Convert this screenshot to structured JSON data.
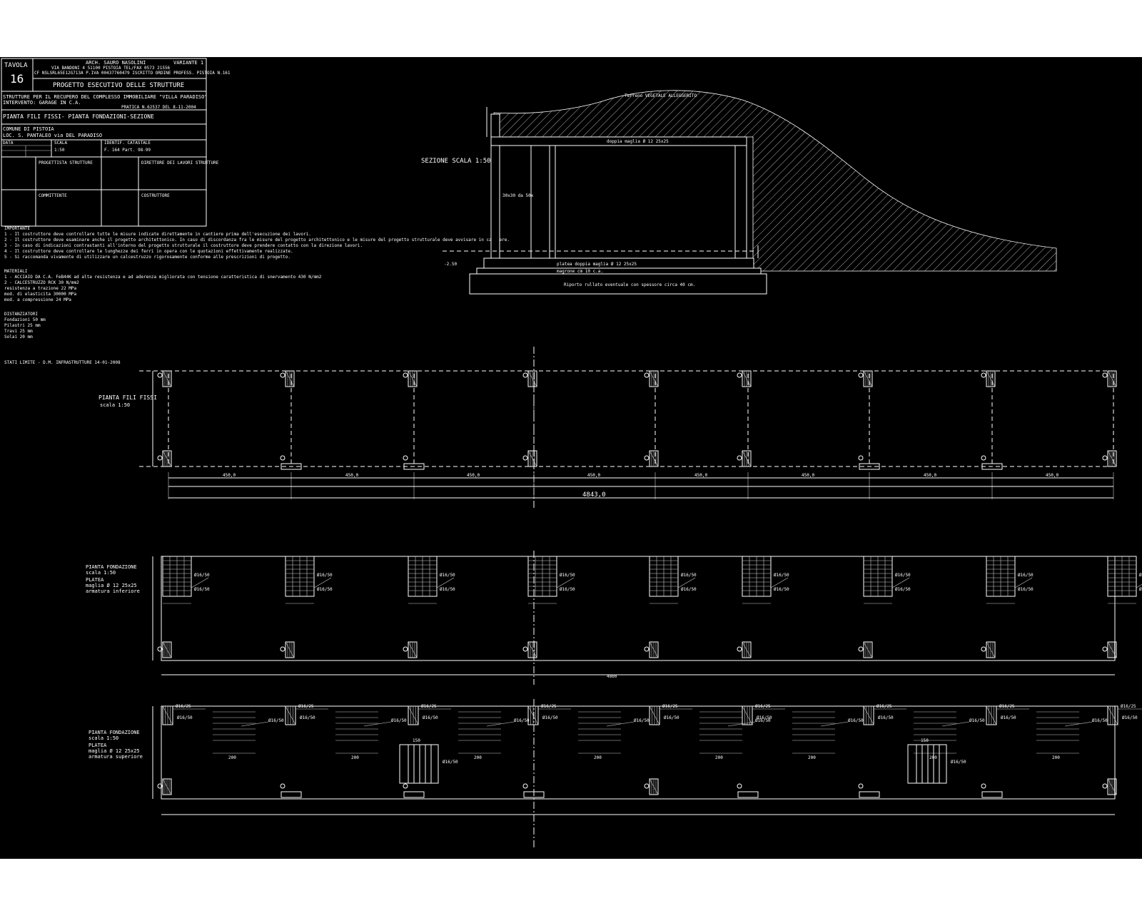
{
  "title_block": {
    "tavola_label": "TAVOLA",
    "tavola_number": "16",
    "author": "ARCH. SAURO NASOLINI",
    "author_address": "VIA BANDONI 4 51100 PISTOIA TEL/FAX 0573 21556",
    "author_codes": "CF NSLSRL65E12G713A P.IVA 00437760479 ISCRITTO ORDINE PROFESS. PISTOIA N.161",
    "variant": "VARIANTE 1",
    "project_title": "PROGETTO ESECUTIVO DELLE STRUTTURE",
    "subject_line1": "STRUTTURE PER IL RECUPERO DEL COMPLESSO IMMOBILIARE \"VILLA PARADISO\"",
    "subject_line2": "INTERVENTO: GARAGE IN C.A.",
    "pratica": "PRATICA N.62537 DEL 8-11-2004",
    "drawing_title": "PIANTA FILI FISSI- PIANTA FONDAZIONI-SEZIONE",
    "comune": "COMUNE DI PISTOIA",
    "localita": "LOC. S. PANTALEO via DEL PARADISO",
    "data_label": "DATA",
    "scala_label": "SCALA",
    "scala_value": "1:50",
    "catasto_label": "IDENTIF. CATASTALE",
    "catasto_value": "F. 164 Part. 98-99",
    "progettista_label": "PROGETTISTA STRUTTURE",
    "direttore_label": "DIRETTORE DEI LAVORI STRUTTURE",
    "committente_label": "COMMITTENTE",
    "costruttore_label": "COSTRUTTORE"
  },
  "section": {
    "title": "SEZIONE SCALA 1:50",
    "vegetale": "Terreno VEGETALE ALLEGGERITO",
    "slab_rebar": "doppia maglia Ø 12 25x25",
    "pillar": "30x30 da 50x",
    "platea_rebar": "platea doppia maglia Ø 12 25x25",
    "magrone": "magrone cm 10 c.a.",
    "riporto": "Riporto rullato eventuale con spessore circa 40 cm.",
    "quota": "-2.50"
  },
  "plan_fili": {
    "title": "PIANTA FILI FISSI",
    "scale": "scala 1:50",
    "total": "4843,0",
    "spans": [
      "450,0",
      "450,0",
      "450,0",
      "450,0",
      "450,0",
      "450,0",
      "450,0",
      "450,0"
    ]
  },
  "plan_inf": {
    "title": "PIANTA FONDAZIONE",
    "scale": "scala 1:50",
    "platea": "PLATEA",
    "maglia": "maglia Ø 12 25x25",
    "armatura": "armatura inferiore",
    "total": "4860"
  },
  "plan_sup": {
    "title": "PIANTA FONDAZIONE",
    "scale": "scala 1:50",
    "platea": "PLATEA",
    "maglia": "maglia Ø 12 25x25",
    "armatura": "armatura superiore",
    "rebar_label": "Ø16/50",
    "rebar_label_b": "Ø16/25",
    "dim_150": "150",
    "dim_200": "200"
  },
  "notes": {
    "heading": "IMPORTANTE",
    "lines": [
      "1 - Il costruttore deve controllare tutte le misure indicate direttamente in cantiere prima dell'esecuzione dei lavori.",
      "2 - Il costruttore deve esaminare anche il progetto architettonico. In caso di discordanza fra le misure del progetto architettonico e le misure del progetto strutturale deve avvisare in cantiere.",
      "3 - In caso di indicazioni contrastanti all'interno del progetto strutturale il costruttore deve prendere contatto con la direzione lavori.",
      "4 - Il costruttore deve controllare le lunghezze dei ferri in opera con le quotazioni effettivamente realizzate.",
      "5 - Si raccomanda vivamente di utilizzare un calcestruzzo rigorosamente conforme alle prescrizioni di progetto."
    ],
    "materials_heading": "MATERIALI",
    "materials": [
      "1 - ACCIAIO DA C.A. FeB44K ad alta resistenza e ad aderenza migliorata con tensione caratteristica di snervamento 430 N/mm2",
      "2 - CALCESTRUZZO RCK 30 N/mm2",
      "resistenza a trazione 22 MPa",
      "mod. di elasticita 30000 MPa",
      "mod. a compressione 24 MPa",
      "DISTANZIATORI",
      "Fondazioni 50 mm",
      "Pilastri 25 mm",
      "Travi 25 mm",
      "Solai 20 mm"
    ],
    "footer": "STATI LIMITE - D.M. INFRASTRUTTURE 14-01-2008"
  }
}
